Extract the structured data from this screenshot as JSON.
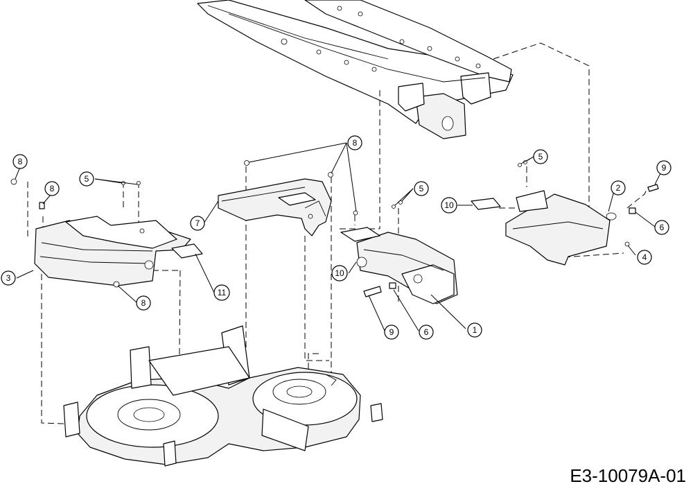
{
  "drawing_number": "E3-10079A-01",
  "callouts": [
    "8",
    "8",
    "5",
    "3",
    "8",
    "11",
    "7",
    "8",
    "10",
    "5",
    "9",
    "6",
    "1",
    "10",
    "5",
    "2",
    "9",
    "6",
    "4"
  ]
}
